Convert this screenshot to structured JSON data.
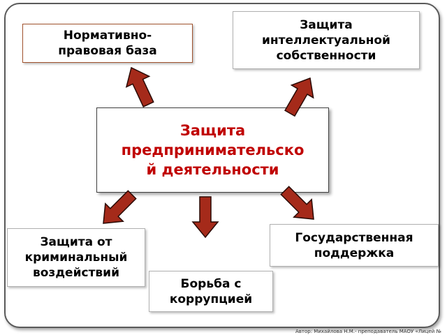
{
  "center": {
    "lines": [
      "Защита",
      "предпринимательско",
      "й деятельности"
    ]
  },
  "nodes": {
    "intellectual_property": {
      "lines": [
        "Защита",
        "интеллектуальной",
        "собственности"
      ]
    },
    "legal_base": {
      "lines": [
        "Нормативно-",
        "правовая база"
      ]
    },
    "state_support": {
      "lines": [
        "Государственная",
        "поддержка"
      ]
    },
    "criminal_protection": {
      "lines": [
        "Защита от",
        "криминальный",
        "воздействий"
      ]
    },
    "anti_corruption": {
      "lines": [
        "Борьба с",
        "коррупцией"
      ]
    }
  },
  "footer": {
    "author": "Автор: Михайлова Н.М.- преподаватель МАОУ «Лицей №"
  },
  "colors": {
    "arrow_fill": "#a52a1a",
    "arrow_stroke": "#2a0a05",
    "center_text": "#c00000"
  }
}
